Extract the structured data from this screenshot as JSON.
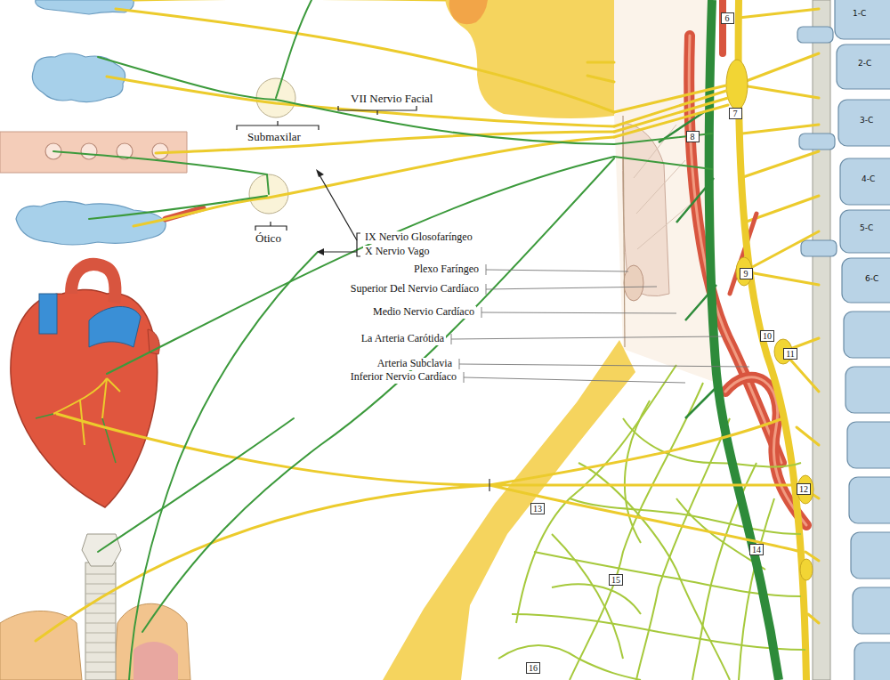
{
  "diagram": {
    "nodes": [
      {
        "text": [
          "6"
        ]
      },
      {
        "text": [
          "7"
        ]
      },
      {
        "text": [
          "8"
        ]
      },
      {
        "text": [
          "9"
        ]
      },
      {
        "text": [
          "10"
        ]
      },
      {
        "text": [
          "11"
        ]
      },
      {
        "text": [
          "12"
        ]
      },
      {
        "text": [
          "13"
        ]
      },
      {
        "text": [
          "14"
        ]
      },
      {
        "text": [
          "15"
        ]
      },
      {
        "text": [
          "16"
        ]
      }
    ],
    "labels": [
      "VII Nervio Facial",
      "Submaxilar",
      "Ótico",
      "IX Nervio Glosofaríngeo",
      "X Nervio Vago",
      "Plexo Faríngeo",
      "Superior Del Nervio Cardíaco",
      "Medio Nervio Cardíaco",
      "La Arteria Carótida",
      "Arteria Subclavia",
      "Inferior Nervio Cardíaco",
      "1-C",
      "2-C",
      "3-C",
      "4-C",
      "5-C",
      "6-C"
    ]
  }
}
